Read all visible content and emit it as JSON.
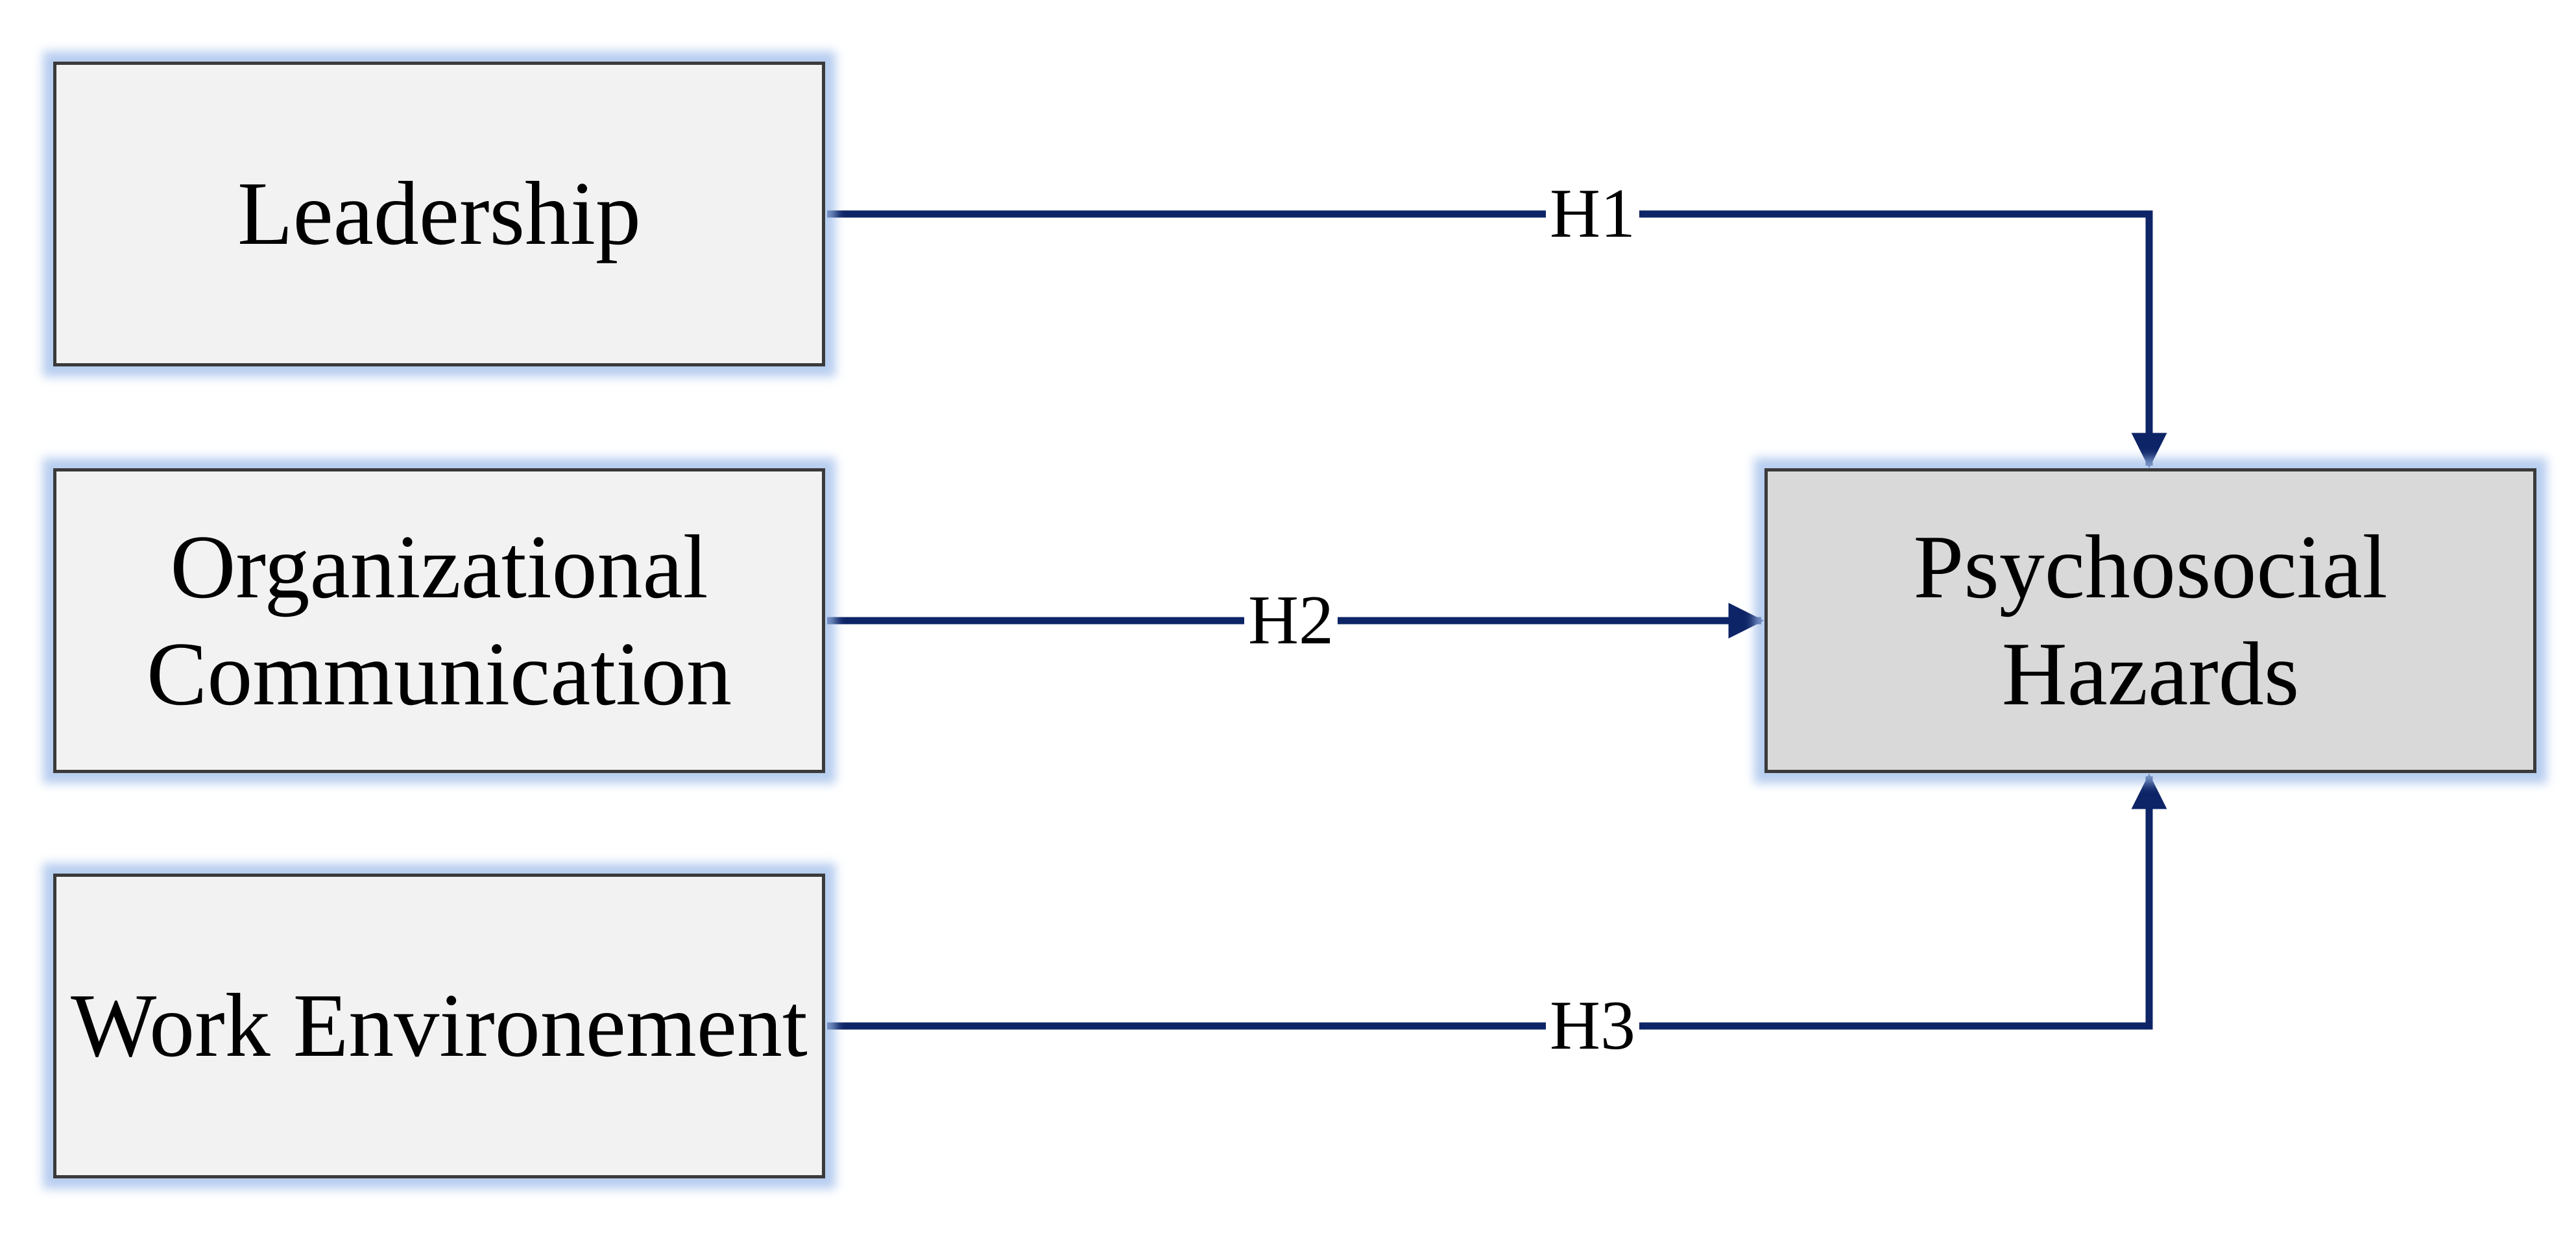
{
  "diagram": {
    "nodes": {
      "leadership": {
        "label": "Leadership"
      },
      "org_comm": {
        "label_line1": "Organizational",
        "label_line2": "Communication"
      },
      "work_env": {
        "label": "Work Environement"
      },
      "psychosocial": {
        "label": "Psychosocial Hazards"
      }
    },
    "edges": [
      {
        "label": "H1",
        "from": "Leadership",
        "to": "Psychosocial Hazards"
      },
      {
        "label": "H2",
        "from": "Organizational Communication",
        "to": "Psychosocial Hazards"
      },
      {
        "label": "H3",
        "from": "Work Environement",
        "to": "Psychosocial Hazards"
      }
    ],
    "colors": {
      "arrow": "#0d2466",
      "box_fill": "#f2f2f2",
      "target_fill": "#d9d9d9",
      "glow": "#a9c3ee"
    }
  }
}
